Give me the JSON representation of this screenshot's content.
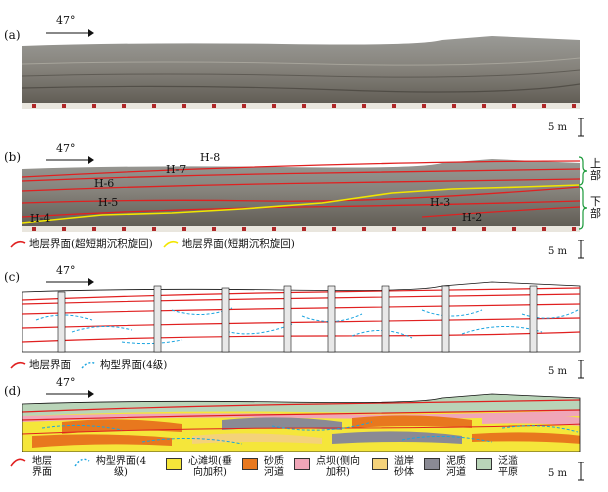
{
  "panels": {
    "a": {
      "label": "(a)",
      "angle": "47°",
      "scale": "5 m"
    },
    "b": {
      "label": "(b)",
      "angle": "47°",
      "scale": "5 m"
    },
    "c": {
      "label": "(c)",
      "angle": "47°",
      "scale": "5 m"
    },
    "d": {
      "label": "(d)",
      "angle": "47°",
      "scale": "5 m"
    }
  },
  "horizons": {
    "h8": "H-8",
    "h7": "H-7",
    "h6": "H-6",
    "h5": "H-5",
    "h4": "H-4",
    "h3": "H-3",
    "h2": "H-2"
  },
  "brackets": {
    "upper": "上部",
    "lower": "下部"
  },
  "legend_b": {
    "red": "地层界面(超短期沉积旋回)",
    "yellow": "地层界面(短期沉积旋回)"
  },
  "legend_c": {
    "red": "地层界面",
    "blue": "构型界面(4级)"
  },
  "legend_d": [
    {
      "text": "地层界面",
      "kind": "redline"
    },
    {
      "text": "构型界面(4级)",
      "kind": "blueline"
    },
    {
      "text": "心滩坝(垂向加积)",
      "kind": "swatch",
      "color": "#f5e63a"
    },
    {
      "text": "砂质河道",
      "kind": "swatch",
      "color": "#e8781e"
    },
    {
      "text": "点坝(侧向加积)",
      "kind": "swatch",
      "color": "#f0a6b8"
    },
    {
      "text": "溢岸砂体",
      "kind": "swatch",
      "color": "#f4d27a"
    },
    {
      "text": "泥质河道",
      "kind": "swatch",
      "color": "#8a8a94"
    },
    {
      "text": "泛滥平原",
      "kind": "swatch",
      "color": "#b9d4b8"
    }
  ],
  "colors": {
    "stratal": "#e02020",
    "short_cycle": "#f2e600",
    "architecture": "#1aa4e0"
  }
}
